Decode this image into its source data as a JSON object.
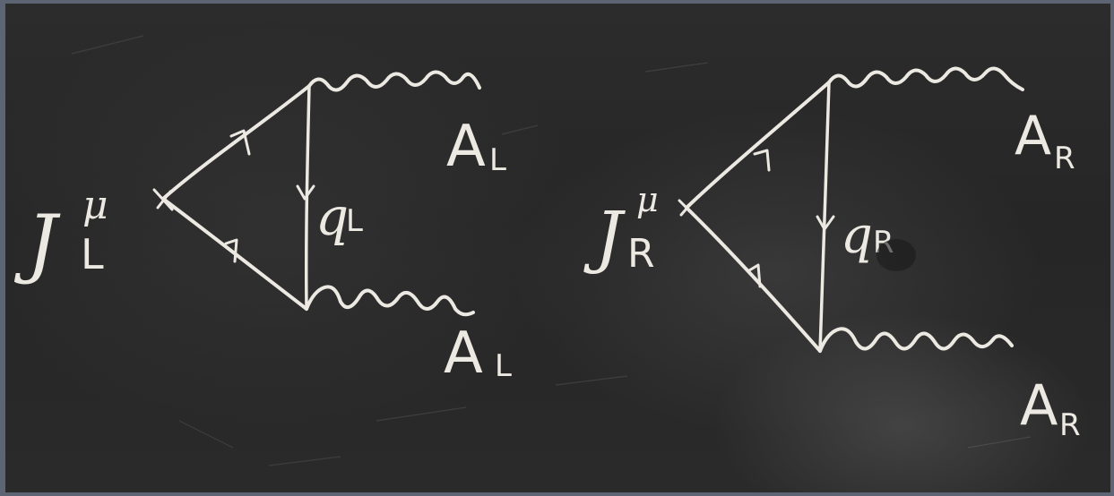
{
  "diagrams": [
    {
      "current": {
        "symbol": "J",
        "superscript": "μ",
        "subscript": "L"
      },
      "loop_label": {
        "symbol": "q",
        "subscript": "L"
      },
      "boson_top": {
        "symbol": "A",
        "subscript": "L"
      },
      "boson_bottom": {
        "symbol": "A",
        "subscript": "L"
      }
    },
    {
      "current": {
        "symbol": "J",
        "superscript": "μ",
        "subscript": "R"
      },
      "loop_label": {
        "symbol": "q",
        "subscript": "R"
      },
      "boson_top": {
        "symbol": "A",
        "subscript": "R"
      },
      "boson_bottom": {
        "symbol": "A",
        "subscript": "R"
      }
    }
  ]
}
